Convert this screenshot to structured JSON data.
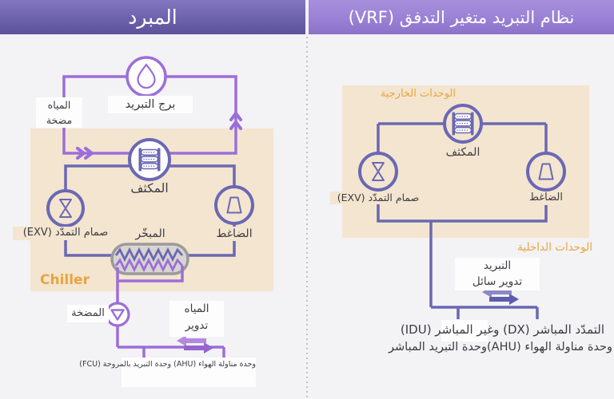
{
  "title_left": "المبرد",
  "title_right": "نظام التبريد متغير التدفق (VRF)",
  "left": {
    "cooling_tower": "برج التبريد",
    "pumped_water_line1": "المياه",
    "pumped_water_line2": "مضخة",
    "condenser": "المكثف",
    "expansion_valve": "صمام التمدّد (EXV)",
    "evaporator": "المبخّر",
    "compressor": "الضاغط",
    "chiller": "Chiller",
    "pump": "المضخة",
    "water_circulation_line1": "المياه",
    "water_circulation_line2": "تدوير",
    "terminal_units": "وحدة مناولة الهواء (AHU) وحدة التبريد بالمروحة (FCU)"
  },
  "right": {
    "outdoor_units": "الوحدات الخارجية",
    "condenser": "المكثف",
    "expansion_valve": "صمام التمدّد (EXV)",
    "compressor": "الضاغط",
    "indoor_units": "الوحدات الداخلية",
    "refrigerant_circulation_line1": "التبريد",
    "refrigerant_circulation_line2": "تدوير سائل",
    "indoor_text_line1": "التمدّد المباشر (DX) وغير المباشر (IDU)",
    "indoor_text_line2": "وحدة مناولة الهواء (AHU)وحدة التبريد المباشر"
  },
  "colors": {
    "header_left": "#6c61ab",
    "header_right": "#9a81d6",
    "water_line": "#9c6ed8",
    "refrigerant_line": "#6a68b4",
    "accent_orange": "#e9a440",
    "panel_bg": "#f3f2f4",
    "unit_box_bg": "#f3e5cf",
    "label_bg": "#fdfdfd",
    "text": "#3c3b42",
    "evaporator_fill": "#d8d4d0",
    "evaporator_border": "#9b9a9b"
  }
}
